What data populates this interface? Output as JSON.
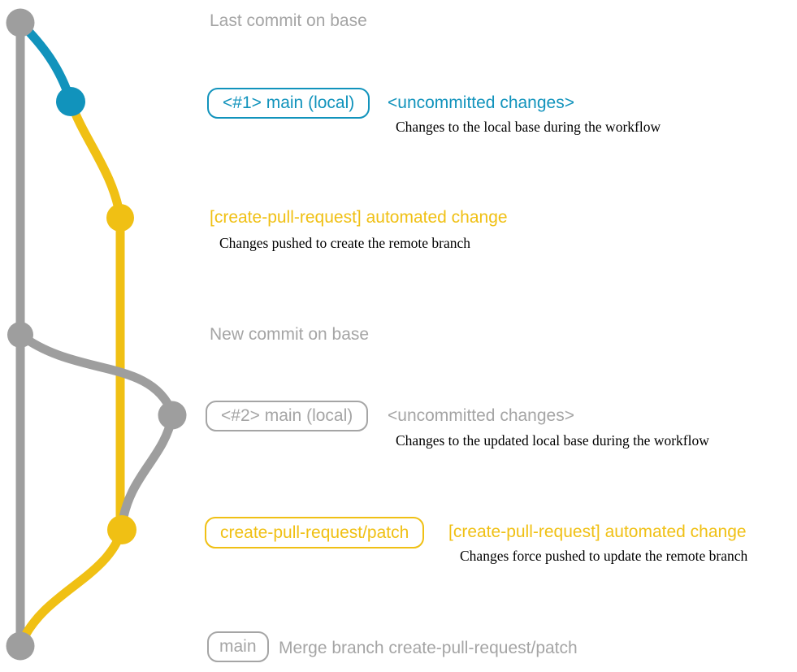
{
  "colors": {
    "teal": "#1193BC",
    "yellow": "#F0C014",
    "gray": "#9E9E9E",
    "gray_text": "#A5A5A5",
    "note": "#000000"
  },
  "annotations": {
    "row1": {
      "label": "Last commit on base"
    },
    "row2": {
      "badge": "<#1> main (local)",
      "title": "<uncommitted changes>",
      "note": "Changes to the local base during the workflow"
    },
    "row3": {
      "title": "[create-pull-request] automated change",
      "note": "Changes pushed to create the remote branch"
    },
    "row4": {
      "label": "New commit on base"
    },
    "row5": {
      "badge": "<#2> main (local)",
      "title": "<uncommitted changes>",
      "note": "Changes to the updated local base during the workflow"
    },
    "row6": {
      "badge": "create-pull-request/patch",
      "title": "[create-pull-request] automated change",
      "note": "Changes force pushed to update the remote branch"
    },
    "row7": {
      "badge": "main",
      "title": "Merge branch create-pull-request/patch"
    }
  }
}
